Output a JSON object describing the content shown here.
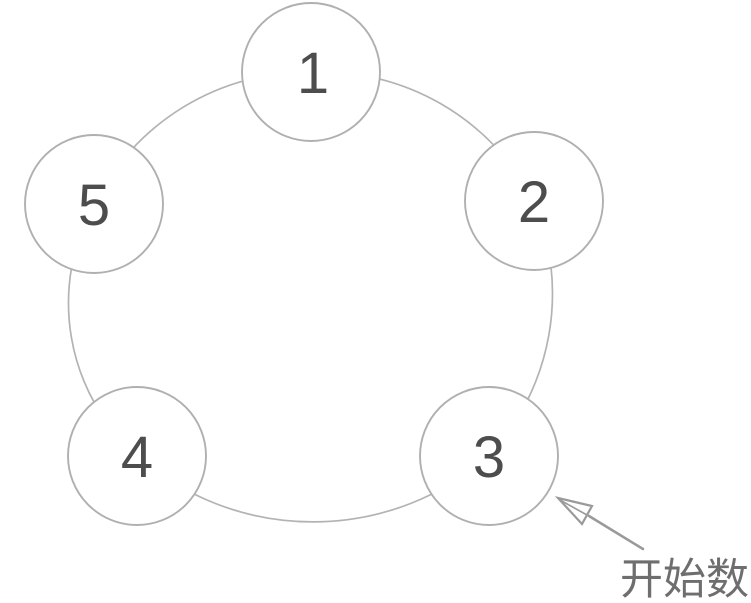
{
  "diagram": {
    "type": "circular-node-diagram",
    "nodes": [
      {
        "label": "1",
        "position": "top"
      },
      {
        "label": "2",
        "position": "right"
      },
      {
        "label": "3",
        "position": "bottom-right"
      },
      {
        "label": "4",
        "position": "bottom-left"
      },
      {
        "label": "5",
        "position": "left"
      }
    ],
    "annotation": {
      "label": "开始数",
      "points_to_node": "3"
    },
    "colors": {
      "background": "#ffffff",
      "ring_stroke": "#b3b3b3",
      "node_stroke": "#b0b0b0",
      "node_fill": "#ffffff",
      "number_color": "#4d4d4d",
      "arrow_color": "#9a9a9a",
      "annotation_color": "#6e6e6e"
    }
  }
}
